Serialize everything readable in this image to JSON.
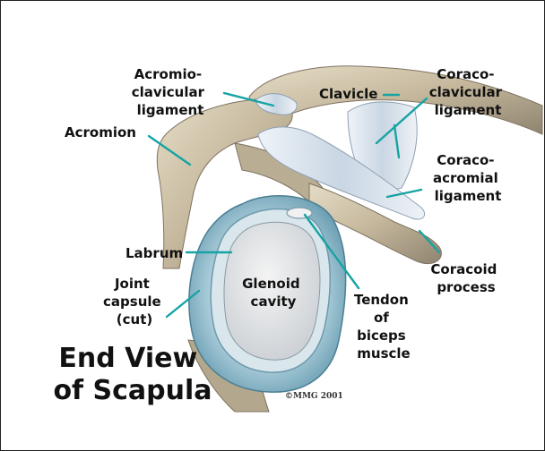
{
  "title": {
    "line1": "End View",
    "line2": "of Scapula"
  },
  "copyright": "©MMG 2001",
  "labels": {
    "acromioclavicular": [
      "Acromio-",
      "clavicular",
      "ligament"
    ],
    "acromion": "Acromion",
    "clavicle": "Clavicle",
    "coracoclavicular": [
      "Coraco-",
      "clavicular",
      "ligament"
    ],
    "coracoacromial": [
      "Coraco-",
      "acromial",
      "ligament"
    ],
    "labrum": "Labrum",
    "joint_capsule": [
      "Joint",
      "capsule",
      "(cut)"
    ],
    "glenoid": [
      "Glenoid",
      "cavity"
    ],
    "tendon": [
      "Tendon",
      "of",
      "biceps",
      "muscle"
    ],
    "coracoid": [
      "Coracoid",
      "process"
    ]
  },
  "colors": {
    "leader": "#17a3a3",
    "bone": "#c9bda4",
    "capsule": "#7fb3c6"
  }
}
